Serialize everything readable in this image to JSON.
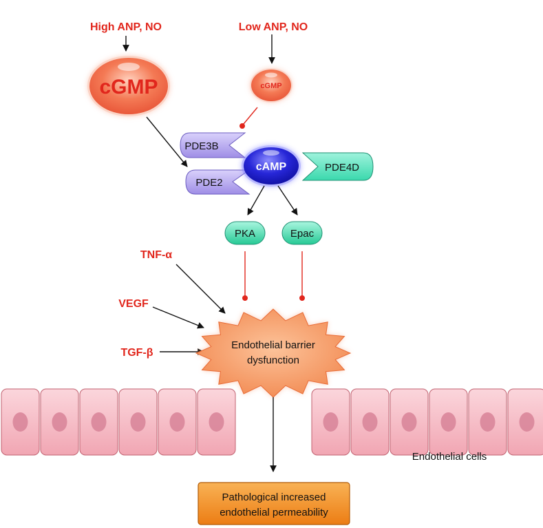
{
  "inputs": {
    "high": "High ANP, NO",
    "low": "Low ANP, NO"
  },
  "messengers": {
    "cgmp_large": "cGMP",
    "cgmp_small": "cGMP",
    "camp": "cAMP"
  },
  "enzymes": {
    "pde3b": "PDE3B",
    "pde2": "PDE2",
    "pde4d": "PDE4D"
  },
  "effectors": {
    "pka": "PKA",
    "epac": "Epac"
  },
  "mediators": {
    "tnf": "TNF-α",
    "vegf": "VEGF",
    "tgf": "TGF-β"
  },
  "dysfunction": {
    "line1": "Endothelial barrier",
    "line2": "dysfunction"
  },
  "cells_label": "Endothelial cells",
  "outcome": {
    "line1": "Pathological increased",
    "line2": "endothelial permeability"
  },
  "colors": {
    "red_text": "#e1261c",
    "cgmp": "#f47a55",
    "pde": "#b7a9ee",
    "camp": "#2727d8",
    "effector": "#3fdcae",
    "dysfunction": "#f59b68",
    "cell": "#f6b8c2",
    "outcome": "#f39224"
  }
}
